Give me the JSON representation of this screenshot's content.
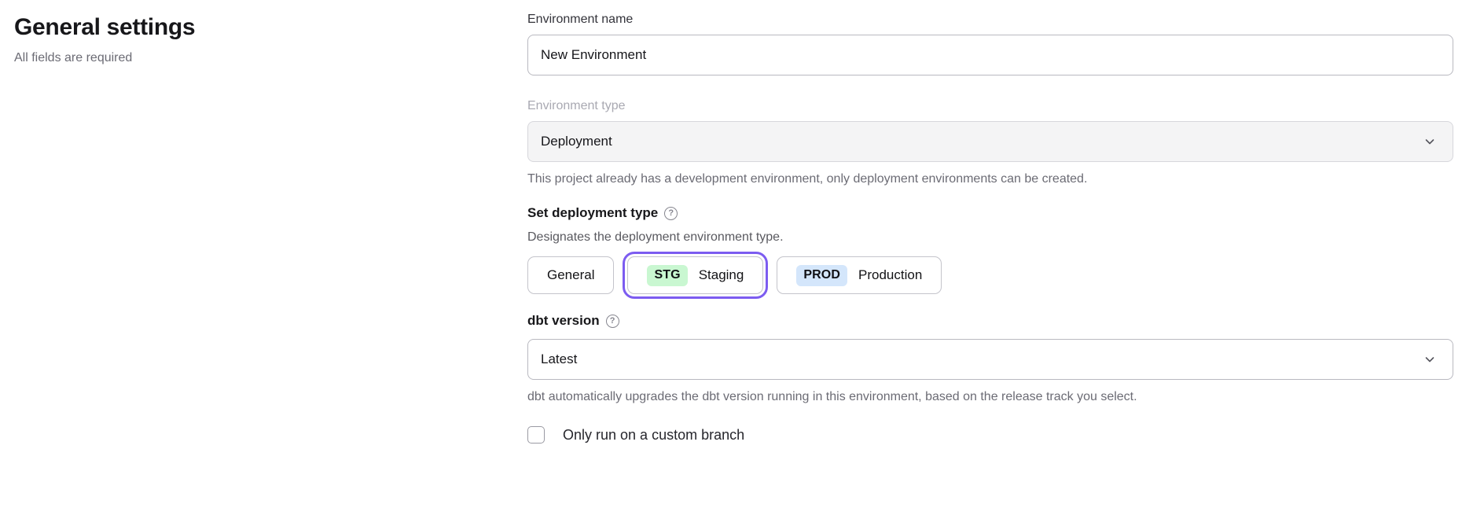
{
  "header": {
    "title": "General settings",
    "subtitle": "All fields are required"
  },
  "form": {
    "environment_name": {
      "label": "Environment name",
      "value": "New Environment",
      "placeholder": "Environment name"
    },
    "environment_type": {
      "label": "Environment type",
      "value": "Deployment",
      "helper": "This project already has a development environment, only deployment environments can be created.",
      "chevron_icon": "chevron-down-icon"
    },
    "deployment_type": {
      "heading": "Set deployment type",
      "help_icon": "help-circle-icon",
      "help_glyph": "?",
      "description": "Designates the deployment environment type.",
      "options": [
        {
          "badge": "",
          "label": "General",
          "selected": false
        },
        {
          "badge": "STG",
          "label": "Staging",
          "selected": true
        },
        {
          "badge": "PROD",
          "label": "Production",
          "selected": false
        }
      ]
    },
    "dbt_version": {
      "label": "dbt version",
      "help_icon": "help-circle-icon",
      "help_glyph": "?",
      "value": "Latest",
      "helper": "dbt automatically upgrades the dbt version running in this environment, based on the release track you select.",
      "chevron_icon": "chevron-down-icon"
    },
    "custom_branch": {
      "label": "Only run on a custom branch",
      "checked": false
    }
  },
  "colors": {
    "focus_ring": "#7c5cf0",
    "badge_stg_bg": "#c9f7d1",
    "badge_prod_bg": "#d4e6fb",
    "disabled_bg": "#f4f4f5",
    "muted_text": "#6b6b74"
  }
}
